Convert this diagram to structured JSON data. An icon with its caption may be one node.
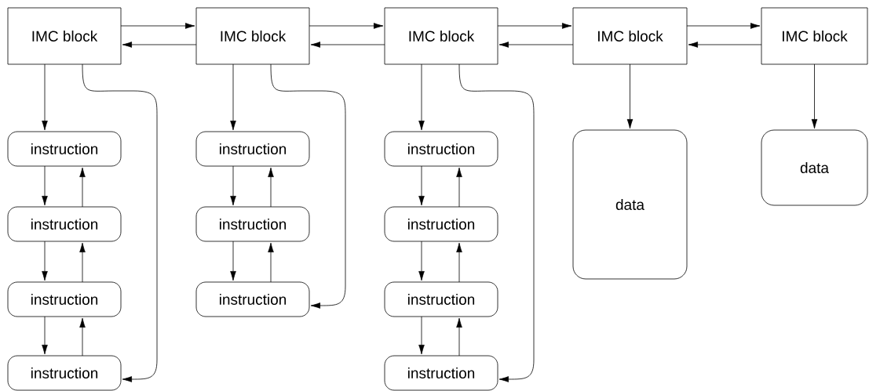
{
  "diagram": {
    "nodes": [
      {
        "text": [
          "IMC block"
        ]
      },
      {
        "text": [
          "IMC block"
        ]
      },
      {
        "text": [
          "IMC block"
        ]
      },
      {
        "text": [
          "IMC block"
        ]
      },
      {
        "text": [
          "IMC block"
        ]
      },
      {
        "text": [
          "instruction"
        ]
      },
      {
        "text": [
          "instruction"
        ]
      },
      {
        "text": [
          "instruction"
        ]
      },
      {
        "text": [
          "instruction"
        ]
      },
      {
        "text": [
          "instruction"
        ]
      },
      {
        "text": [
          "instruction"
        ]
      },
      {
        "text": [
          "instruction"
        ]
      },
      {
        "text": [
          "instruction"
        ]
      },
      {
        "text": [
          "instruction"
        ]
      },
      {
        "text": [
          "instruction"
        ]
      },
      {
        "text": [
          "instruction"
        ]
      },
      {
        "text": [
          "data"
        ]
      },
      {
        "text": [
          "data"
        ]
      }
    ],
    "edges": [
      {
        "from": 0,
        "to": 1,
        "arrow": "to"
      },
      {
        "from": 1,
        "to": 0,
        "arrow": "to"
      },
      {
        "from": 1,
        "to": 2,
        "arrow": "to"
      },
      {
        "from": 2,
        "to": 1,
        "arrow": "to"
      },
      {
        "from": 2,
        "to": 3,
        "arrow": "to"
      },
      {
        "from": 3,
        "to": 2,
        "arrow": "to"
      },
      {
        "from": 3,
        "to": 4,
        "arrow": "to"
      },
      {
        "from": 4,
        "to": 3,
        "arrow": "to"
      },
      {
        "from": 0,
        "to": 5,
        "arrow": "to"
      },
      {
        "from": 0,
        "to": 8,
        "arrow": "to"
      },
      {
        "from": 5,
        "to": 6,
        "arrow": "to"
      },
      {
        "from": 6,
        "to": 5,
        "arrow": "to"
      },
      {
        "from": 6,
        "to": 7,
        "arrow": "to"
      },
      {
        "from": 7,
        "to": 6,
        "arrow": "to"
      },
      {
        "from": 7,
        "to": 8,
        "arrow": "to"
      },
      {
        "from": 8,
        "to": 7,
        "arrow": "to"
      },
      {
        "from": 1,
        "to": 9,
        "arrow": "to"
      },
      {
        "from": 1,
        "to": 11,
        "arrow": "to"
      },
      {
        "from": 9,
        "to": 10,
        "arrow": "to"
      },
      {
        "from": 10,
        "to": 9,
        "arrow": "to"
      },
      {
        "from": 10,
        "to": 11,
        "arrow": "to"
      },
      {
        "from": 11,
        "to": 10,
        "arrow": "to"
      },
      {
        "from": 2,
        "to": 12,
        "arrow": "to"
      },
      {
        "from": 2,
        "to": 15,
        "arrow": "to"
      },
      {
        "from": 12,
        "to": 13,
        "arrow": "to"
      },
      {
        "from": 13,
        "to": 12,
        "arrow": "to"
      },
      {
        "from": 13,
        "to": 14,
        "arrow": "to"
      },
      {
        "from": 14,
        "to": 13,
        "arrow": "to"
      },
      {
        "from": 14,
        "to": 15,
        "arrow": "to"
      },
      {
        "from": 15,
        "to": 14,
        "arrow": "to"
      },
      {
        "from": 3,
        "to": 16,
        "arrow": "to"
      },
      {
        "from": 4,
        "to": 17,
        "arrow": "to"
      }
    ]
  }
}
